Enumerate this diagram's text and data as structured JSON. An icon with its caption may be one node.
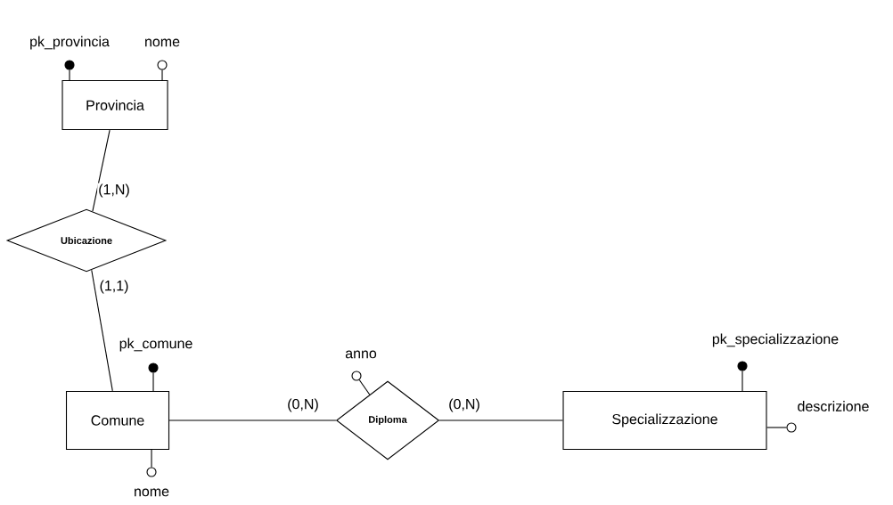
{
  "diagram": {
    "nodes": [
      {
        "text": [],
        "shape": "dot",
        "beside": [
          "pk_provincia"
        ]
      },
      {
        "text": [],
        "shape": "circle",
        "beside": [
          "nome"
        ]
      },
      {
        "text": [
          "Provincia"
        ]
      },
      {
        "text": [
          "Ubicazione"
        ]
      },
      {
        "text": [],
        "shape": "dot",
        "beside": [
          "pk_comune"
        ]
      },
      {
        "text": [],
        "shape": "circle",
        "beside": [
          "anno"
        ]
      },
      {
        "text": [],
        "shape": "dot",
        "beside": [
          "pk_specializzazione"
        ]
      },
      {
        "text": [
          "Comune"
        ]
      },
      {
        "text": [
          "Diploma"
        ]
      },
      {
        "text": [
          "Specializzazione"
        ]
      },
      {
        "text": [],
        "shape": "circle",
        "beside": [
          "descrizione"
        ]
      },
      {
        "text": [],
        "shape": "circle",
        "beside": [
          "nome"
        ]
      }
    ],
    "edges": [
      {
        "from": 2,
        "to": 0,
        "arrow": "none"
      },
      {
        "from": 2,
        "to": 1,
        "arrow": "none"
      },
      {
        "from": 2,
        "to": 3,
        "arrow": "none",
        "label": "(1,N)"
      },
      {
        "from": 3,
        "to": 7,
        "arrow": "none",
        "label": "(1,1)"
      },
      {
        "from": 7,
        "to": 4,
        "arrow": "none"
      },
      {
        "from": 7,
        "to": 11,
        "arrow": "none"
      },
      {
        "from": 7,
        "to": 8,
        "arrow": "none",
        "label": "(0,N)"
      },
      {
        "from": 8,
        "to": 9,
        "arrow": "none",
        "label": "(0,N)"
      },
      {
        "from": 8,
        "to": 5,
        "arrow": "none"
      },
      {
        "from": 9,
        "to": 6,
        "arrow": "none"
      },
      {
        "from": 9,
        "to": 10,
        "arrow": "none"
      }
    ]
  }
}
